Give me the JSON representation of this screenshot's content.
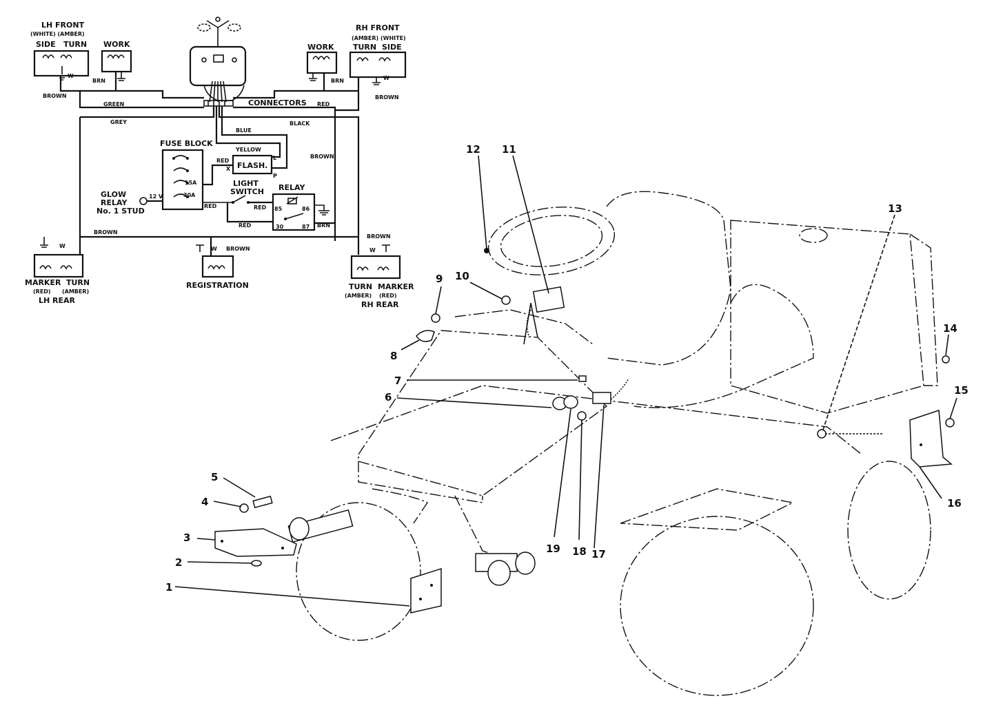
{
  "schematic": {
    "lh_front": {
      "title": "LH FRONT",
      "sub": "(WHITE) (AMBER)",
      "left": "SIDE",
      "right": "TURN"
    },
    "rh_front": {
      "title": "RH FRONT",
      "sub": "(AMBER) (WHITE)",
      "left": "TURN",
      "right": "SIDE"
    },
    "work_left": "WORK",
    "work_right": "WORK",
    "lh_rear": {
      "left": "MARKER",
      "left_sub": "(RED)",
      "right": "TURN",
      "right_sub": "(AMBER)",
      "title": "LH REAR"
    },
    "rh_rear": {
      "left": "TURN",
      "left_sub": "(AMBER)",
      "right": "MARKER",
      "right_sub": "(RED)",
      "title": "RH REAR"
    },
    "registration": "REGISTRATION",
    "fuse_block": "FUSE BLOCK",
    "fuse_15": "15A",
    "fuse_30": "30A",
    "flasher": "FLASH.",
    "flasher_x": "X",
    "flasher_l": "L",
    "flasher_p": "P",
    "relay": "RELAY",
    "relay_85": "85",
    "relay_86": "86",
    "relay_30": "30",
    "relay_87": "87",
    "light_switch": [
      "LIGHT",
      "SWITCH"
    ],
    "glow_relay": [
      "GLOW",
      "RELAY",
      "No. 1 STUD"
    ],
    "volt": "12 V",
    "ground_w": "W",
    "wires": {
      "brown": "BROWN",
      "brn": "BRN",
      "green": "GREEN",
      "connectors": "CONNECTORS",
      "red": "RED",
      "grey": "GREY",
      "black": "BLACK",
      "blue": "BLUE",
      "yellow": "YELLOW"
    }
  },
  "callouts": [
    "1",
    "2",
    "3",
    "4",
    "5",
    "6",
    "7",
    "8",
    "9",
    "10",
    "11",
    "12",
    "13",
    "14",
    "15",
    "16",
    "17",
    "18",
    "19"
  ]
}
